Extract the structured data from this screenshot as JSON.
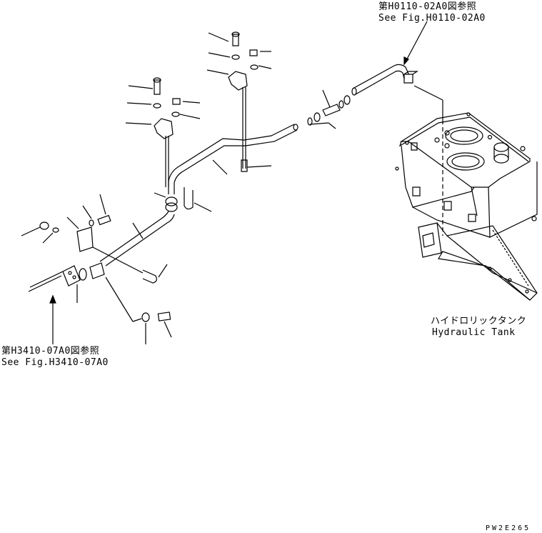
{
  "references": {
    "top_jp": "第H0110-02A0図参照",
    "top_en": "See Fig.H0110-02A0",
    "left_jp": "第H3410-07A0図参照",
    "left_en": "See Fig.H3410-07A0"
  },
  "tank_label": {
    "jp": "ハイドロリックタンク",
    "en": "Hydraulic Tank"
  },
  "drawing_code": "PW2E265"
}
